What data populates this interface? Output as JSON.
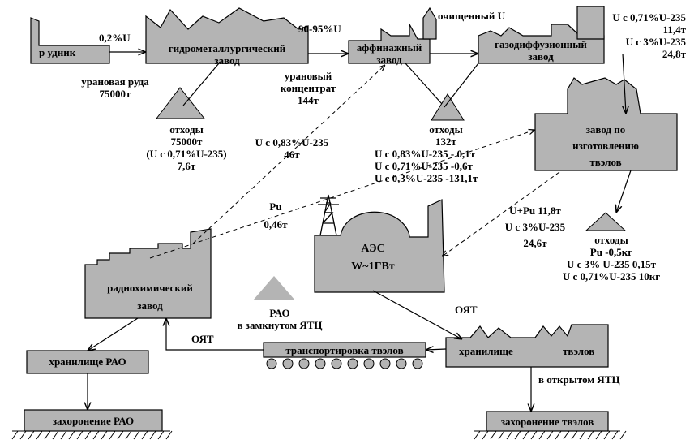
{
  "nodes": {
    "mine": "р удник",
    "hydromet": [
      "гидрометаллургический",
      "завод"
    ],
    "affinage": [
      "аффинажный",
      "завод"
    ],
    "gas_diffusion": [
      "газодиффузионный",
      "завод"
    ],
    "fuel_plant": [
      "завод по",
      "изготовлению",
      "твэлов"
    ],
    "radiochemical": [
      "радиохимический",
      "завод"
    ],
    "npp": [
      "АЭС",
      "W~1ГВт"
    ],
    "fuel_storage": [
      "хранилище",
      "твэлов"
    ],
    "transport": "транспортировка твэлов",
    "rao_storage": "хранилище РАО",
    "rao_burial": "захоронение РАО",
    "fuel_burial": "захоронение твэлов"
  },
  "flows": {
    "ore_grade": "0,2%U",
    "ore": [
      "урановая руда",
      "75000т"
    ],
    "concentrate_grade": "90-95%U",
    "concentrate": [
      "урановый",
      "концентрат",
      "144т"
    ],
    "purified_u": "очищенный U",
    "enriched": [
      "U с 0,71%U-235",
      "11,4т",
      "U с 3%U-235",
      "24,8т"
    ],
    "recycled_u": [
      "U с 0,83%U-235",
      "46т"
    ],
    "spent_composition": [
      "U с 0,83%U-235 - 0,1т",
      "U с 0,71%U-235 -0,6т",
      "U с 0,3%U-235 -131,1т"
    ],
    "plutonium": [
      "Pu",
      "0,46т"
    ],
    "mox": [
      "U+Pu 11,8т",
      "U с 3%U-235",
      "24,6т"
    ],
    "spent_fuel": "ОЯТ",
    "open_cycle": "в открытом ЯТЦ"
  },
  "waste": {
    "hydromet": [
      "отходы",
      "75000т",
      "(U с 0,71%U-235)",
      "7,6т"
    ],
    "affinage": [
      "отходы",
      "132т"
    ],
    "fuel_plant": [
      "отходы",
      "Pu -0,5кг",
      "U с 3% U-235 0,15т",
      "U с 0,71%U-235 10кг"
    ],
    "rao_closed": [
      "РАО",
      "в замкнутом ЯТЦ"
    ]
  },
  "colors": {
    "building_fill": "#b4b4b4",
    "stroke": "#000000",
    "background": "#ffffff"
  }
}
